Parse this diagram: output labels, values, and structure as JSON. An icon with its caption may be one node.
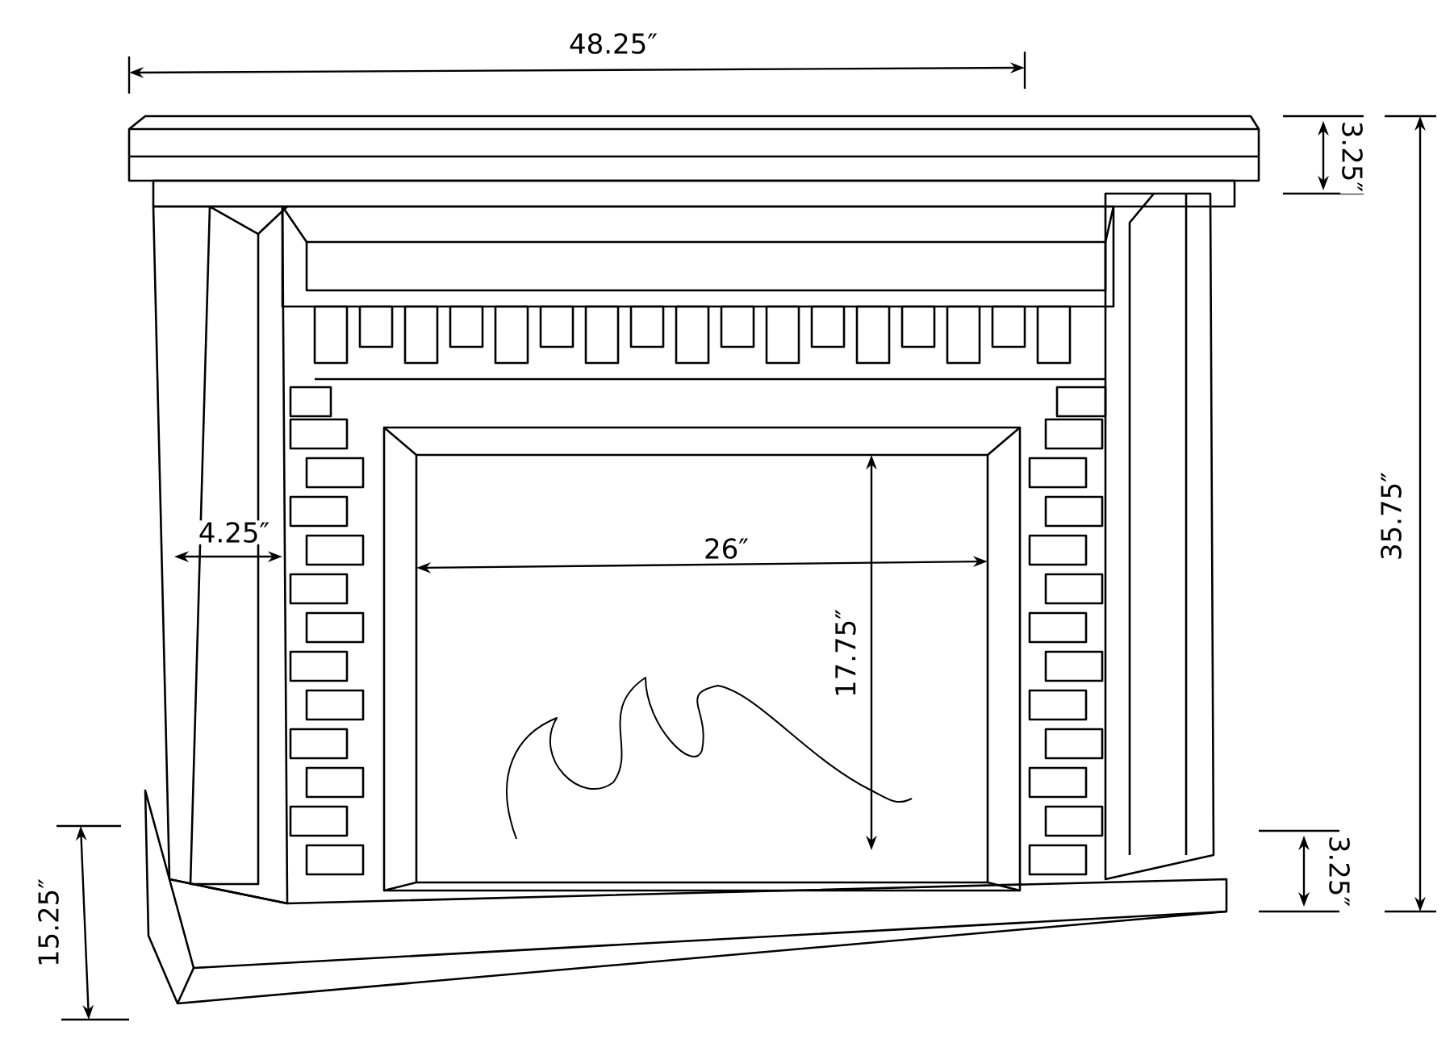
{
  "diagram": {
    "labels": [
      "48.25″",
      "3.25″",
      "35.75″",
      "4.25″",
      "26″",
      "17.75″",
      "3.25″",
      "15.25″"
    ]
  }
}
